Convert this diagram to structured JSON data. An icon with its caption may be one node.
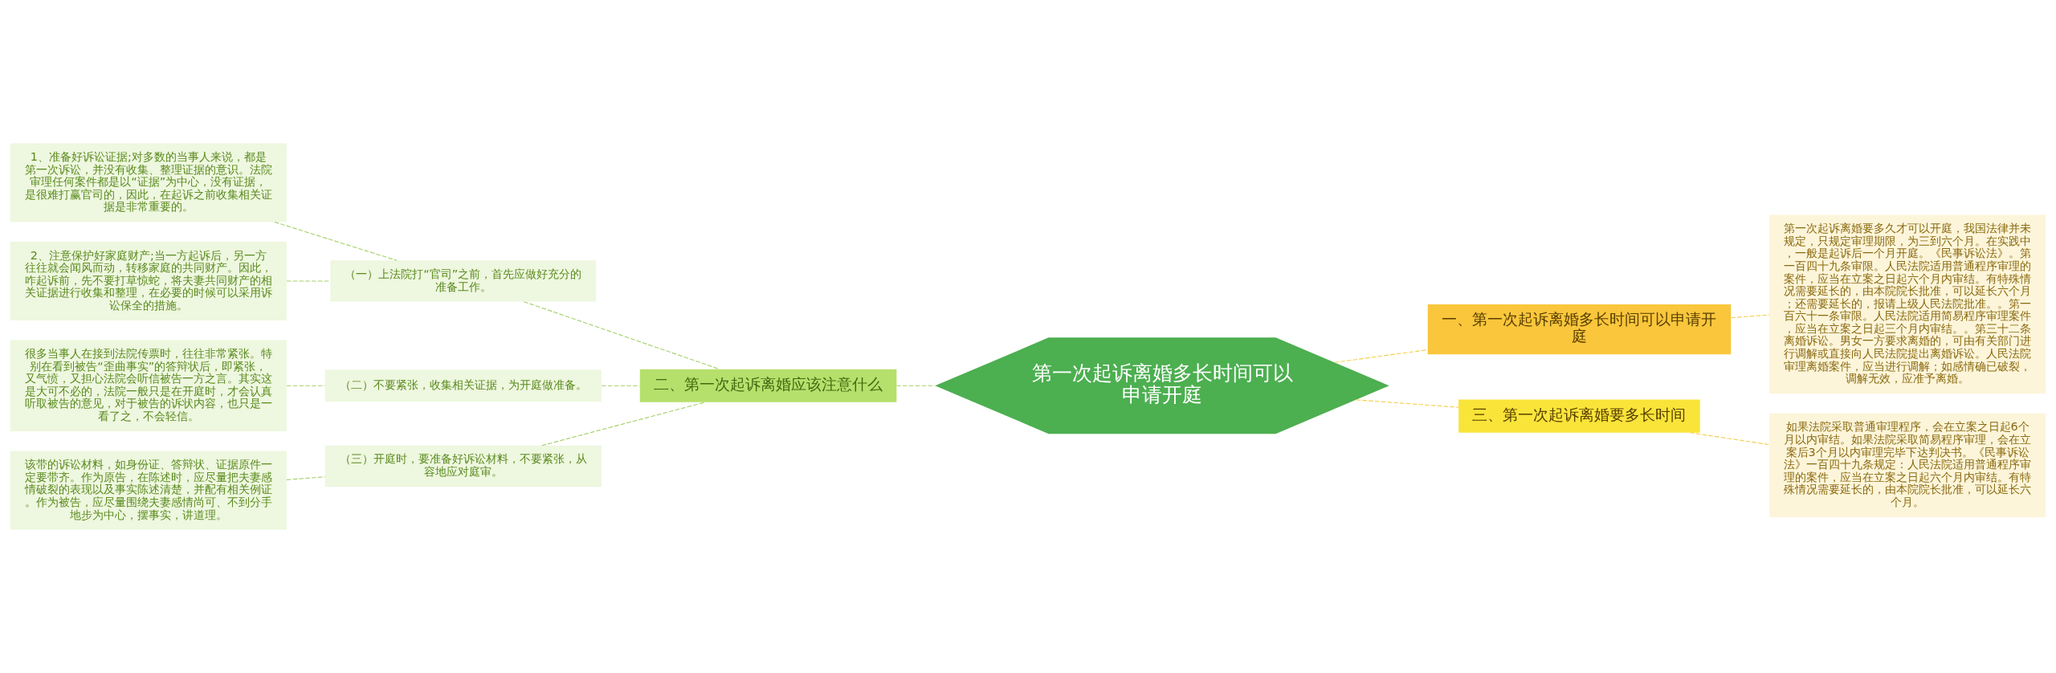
{
  "diagram": {
    "nodes": [
      {
        "text": [
          "第一次起诉离婚多长时间可以申请开庭"
        ]
      },
      {
        "text": [
          "一、第一次起诉离婚多长时间可以申请开庭"
        ]
      },
      {
        "text": [
          "第一次起诉离婚要多久才可以开庭，我国法律并未规定，只规定审理期限，为三到六个月。在实践中，一般是起诉后一个月开庭。《民事诉讼法》。第一百四十九条审限。人民法院适用普通程序审理的案件，应当在立案之日起六个月内审结。有特殊情况需要延长的，由本院院长批准，可以延长六个月；还需要延长的，报请上级人民法院批准。。第一百六十一条审限。人民法院适用简易程序审理案件，应当在立案之日起三个月内审结。。第三十二条离婚诉讼。男女一方要求离婚的，可由有关部门进行调解或直接向人民法院提出离婚诉讼。人民法院审理离婚案件，应当进行调解；如感情确已破裂，调解无效，应准予离婚。"
        ]
      },
      {
        "text": [
          "三、第一次起诉离婚要多长时间"
        ]
      },
      {
        "text": [
          "如果法院采取普通审理程序，会在立案之日起6个月以内审结。如果法院采取简易程序审理，会在立案后3个月以内审理完毕下达判决书。《民事诉讼法》一百四十九条规定：人民法院适用普通程序审理的案件，应当在立案之日起六个月内审结。有特殊情况需要延长的，由本院院长批准，可以延长六个月。"
        ]
      },
      {
        "text": [
          "二、第一次起诉离婚应该注意什么"
        ]
      },
      {
        "text": [
          "（一）上法院打“官司”之前，首先应做好充分的准备工作。"
        ]
      },
      {
        "text": [
          "1、准备好诉讼证据;对多数的当事人来说，都是第一次诉讼，并没有收集、整理证据的意识。法院审理任何案件都是以“证据”为中心，没有证据，是很难打赢官司的，因此，在起诉之前收集相关证据是非常重要的。"
        ]
      },
      {
        "text": [
          "2、注意保护好家庭财产;当一方起诉后，另一方往往就会闻风而动，转移家庭的共同财产。因此，咋起诉前，先不要打草惊蛇，将夫妻共同财产的相关证据进行收集和整理，在必要的时候可以采用诉讼保全的措施。"
        ]
      },
      {
        "text": [
          "（二）不要紧张，收集相关证据，为开庭做准备。"
        ]
      },
      {
        "text": [
          "很多当事人在接到法院传票时，往往非常紧张。特别在看到被告“歪曲事实”的答辩状后，即紧张，又气愤，又担心法院会听信被告一方之言。其实这是大可不必的，法院一般只是在开庭时，才会认真听取被告的意见，对于被告的诉状内容，也只是一看了之，不会轻信。"
        ]
      },
      {
        "text": [
          "（三）开庭时，要准备好诉讼材料，不要紧张，从容地应对庭审。"
        ]
      },
      {
        "text": [
          "该带的诉讼材料，如身份证、答辩状、证据原件一定要带齐。作为原告，在陈述时，应尽量把夫妻感情破裂的表现以及事实陈述清楚，并配有相关例证。作为被告，应尽量围绕夫妻感情尚可、不到分手地步为中心，摆事实，讲道理。"
        ]
      }
    ],
    "edges": [
      {
        "from": 0,
        "to": 1,
        "arrow": "none",
        "style": "dashed",
        "color": "#f2d04c"
      },
      {
        "from": 1,
        "to": 2,
        "arrow": "none",
        "style": "dashed",
        "color": "#f2d04c"
      },
      {
        "from": 0,
        "to": 3,
        "arrow": "none",
        "style": "dashed",
        "color": "#f2d04c"
      },
      {
        "from": 3,
        "to": 4,
        "arrow": "none",
        "style": "dashed",
        "color": "#f2d04c"
      },
      {
        "from": 5,
        "to": 0,
        "arrow": "none",
        "style": "dashed",
        "color": "#a5d06a"
      },
      {
        "from": 6,
        "to": 5,
        "arrow": "none",
        "style": "dashed",
        "color": "#a5d06a"
      },
      {
        "from": 7,
        "to": 6,
        "arrow": "none",
        "style": "dashed",
        "color": "#a5d06a"
      },
      {
        "from": 8,
        "to": 6,
        "arrow": "none",
        "style": "dashed",
        "color": "#a5d06a"
      },
      {
        "from": 9,
        "to": 5,
        "arrow": "none",
        "style": "dashed",
        "color": "#a5d06a"
      },
      {
        "from": 10,
        "to": 9,
        "arrow": "none",
        "style": "dashed",
        "color": "#a5d06a"
      },
      {
        "from": 11,
        "to": 5,
        "arrow": "none",
        "style": "dashed",
        "color": "#a5d06a"
      },
      {
        "from": 12,
        "to": 11,
        "arrow": "none",
        "style": "dashed",
        "color": "#a5d06a"
      }
    ]
  }
}
